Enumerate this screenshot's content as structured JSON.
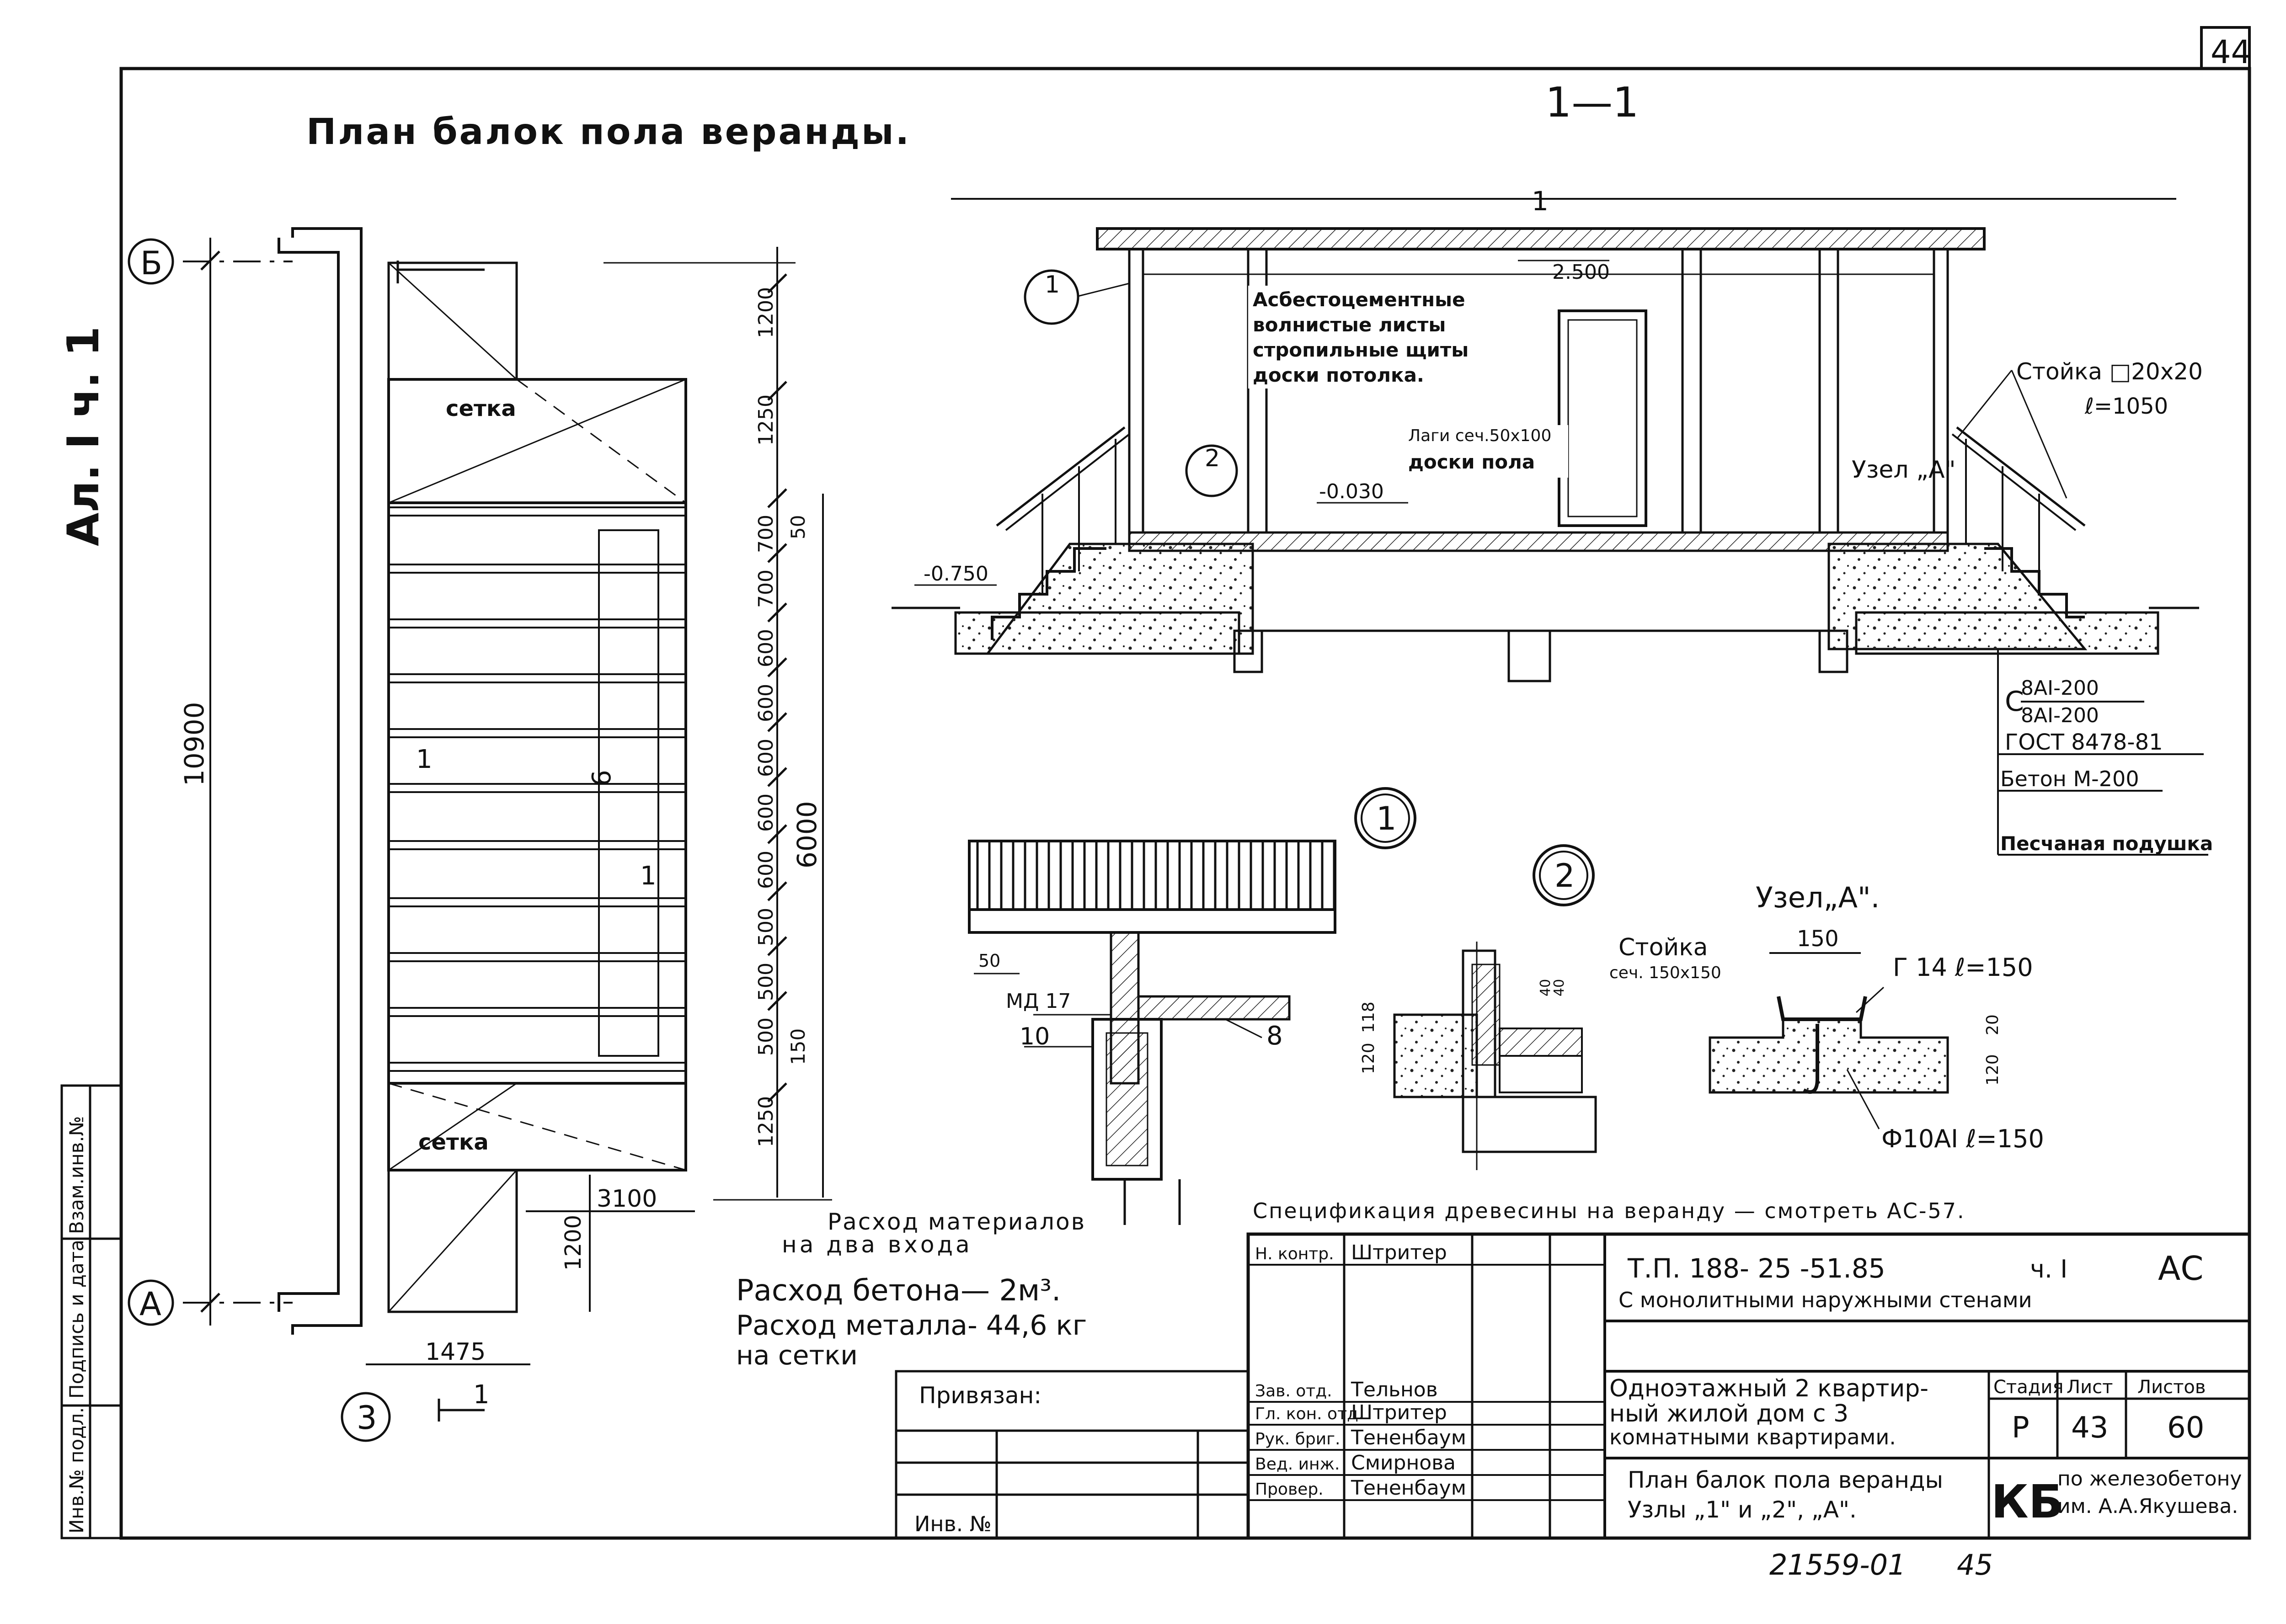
{
  "sheet_number": "44",
  "left_strip": {
    "album": "Ал. I  ч. 1",
    "field_1": "Инв.№ подл.",
    "field_2": "Подпись и дата",
    "field_3": "Взам.инв.№"
  },
  "plan": {
    "title": "План балок пола веранды.",
    "axis_b": "Б",
    "axis_a": "А",
    "axis_3": "3",
    "total_dim": "10900",
    "dims_right": [
      "1200",
      "1250",
      "700",
      "700",
      "600",
      "600",
      "600",
      "600",
      "600",
      "500",
      "500",
      "500",
      "1250"
    ],
    "dim_50": "50",
    "dim_150": "150",
    "dim_6000": "6000",
    "dim_1200_bottom": "1200",
    "dim_3100": "3100",
    "dim_1475": "1475",
    "label_setka_top": "сетка",
    "label_setka_bottom": "сетка",
    "beam_1": "1",
    "beam_6": "6",
    "beam_1b": "1",
    "section_mark": "1"
  },
  "section": {
    "title": "1—1",
    "mark_1": "1",
    "layers": [
      "Асбестоцементные",
      "волнистые листы",
      "стропильные щиты",
      "доски потолка."
    ],
    "level_top": "2.500",
    "level_floor": "-0.030",
    "level_ground": "-0.750",
    "lagi_1": "Лаги сеч.50х100",
    "lagi_2": "доски пола",
    "mark_2": "2",
    "uzel_a": "Узел „А\"",
    "stoyka_1": "Стойка □20х20",
    "stoyka_2": "ℓ=1050",
    "setka_1": "8АI-200",
    "setka_2": "8АI-200",
    "setka_c": "С",
    "gost": "ГОСТ 8478-81",
    "beton": "Бетон  М-200",
    "sand": "Песчаная подушка",
    "roof_mark": "1"
  },
  "node_1": {
    "circle": "1",
    "dim_50": "50",
    "ml": "МД 17",
    "pos_10": "10",
    "pos_8": "8"
  },
  "node_2": {
    "circle": "2",
    "stoyka": "Стойка",
    "sech": "сеч. 150х150",
    "d40a": "40",
    "d40b": "40",
    "d118": "118",
    "d120": "120"
  },
  "node_a": {
    "title": "Узел„А\".",
    "dim_150": "150",
    "angle": "Г 14  ℓ=150",
    "d20": "20",
    "d120": "120",
    "rebar": "Ф10АI  ℓ=150"
  },
  "spec_note": "Спецификация древесины на веранду — смотреть АС-57.",
  "materials": {
    "line_1": "Расход материалов",
    "line_2": "на два входа",
    "line_3": "Расход бетона— 2м³.",
    "line_4": "Расход металла- 44,6 кг",
    "line_5": "на сетки"
  },
  "stamp": {
    "privyazan": "Привязан:",
    "inv": "Инв. №",
    "roles": [
      "Н. контр.",
      "Зав. отд.",
      "Гл. кон. отд.",
      "Рук. бриг.",
      "Вед. инж.",
      "Провер."
    ],
    "names": [
      "Штритер",
      "Тельнов",
      "Штритер",
      "Тененбаум",
      "Смирнова",
      "Тененбаум"
    ],
    "code": "Т.П. 188- 25 -51.85",
    "part": "ч. I",
    "mark": "АС",
    "subtitle": "С монолитными наружными стенами",
    "object_1": "Одноэтажный 2 квартир-",
    "object_2": "ный жилой дом с 3",
    "object_3": "комнатными квартирами.",
    "sheet_title_1": "План балок пола веранды",
    "sheet_title_2": "Узлы „1\" и „2\", „А\".",
    "h_stage": "Стадия",
    "h_sheet": "Лист",
    "h_sheets": "Листов",
    "stage": "Р",
    "sheet": "43",
    "sheets": "60",
    "org_logo": "КБ",
    "org_1": "по железобетону",
    "org_2": "им. А.А.Якушева."
  },
  "footer_code": "21559-01",
  "footer_page": "45"
}
